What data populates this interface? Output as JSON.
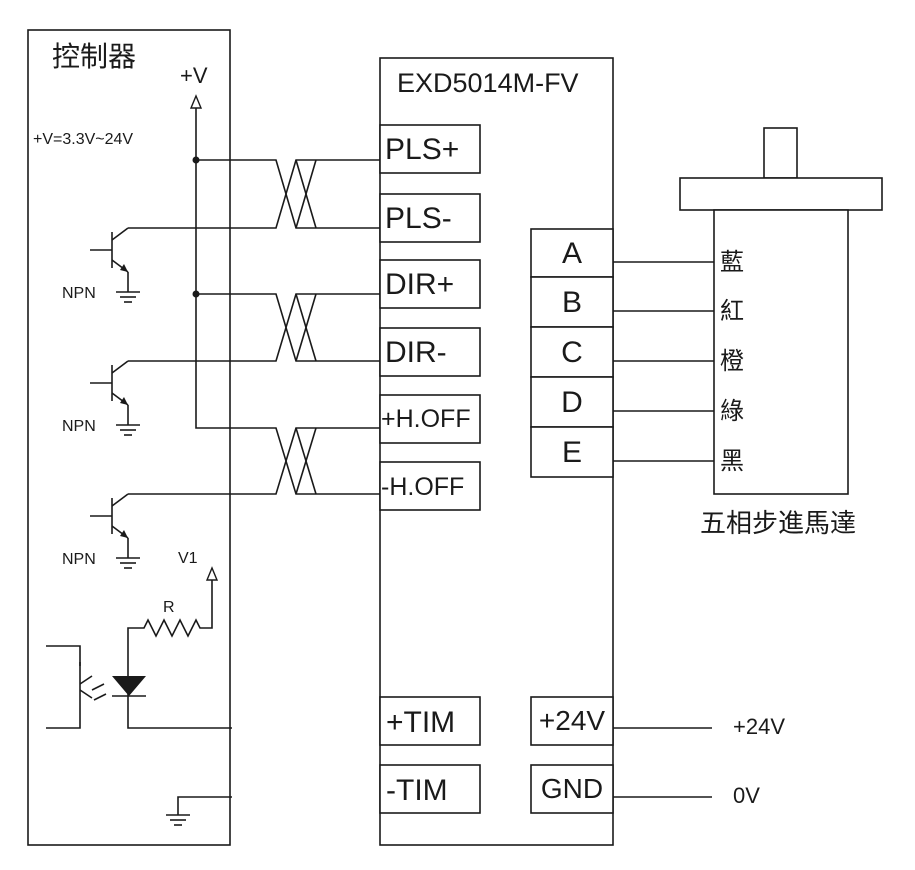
{
  "controller": {
    "title": "控制器",
    "vplus_label": "+V",
    "vrange": "+V=3.3V~24V",
    "npn_label": "NPN",
    "v1_label": "V1",
    "r_label": "R"
  },
  "driver": {
    "model": "EXD5014M-FV",
    "pins_left": [
      "PLS+",
      "PLS-",
      "DIR+",
      "DIR-",
      "+H.OFF",
      "-H.OFF",
      "+TIM",
      "-TIM"
    ],
    "pins_motor": [
      "A",
      "B",
      "C",
      "D",
      "E"
    ],
    "power_pins": [
      "+24V",
      "GND"
    ]
  },
  "motor": {
    "wire_colors": [
      "藍",
      "紅",
      "橙",
      "綠",
      "黑"
    ],
    "name": "五相步進馬達"
  },
  "power": {
    "v24": "+24V",
    "v0": "0V"
  }
}
